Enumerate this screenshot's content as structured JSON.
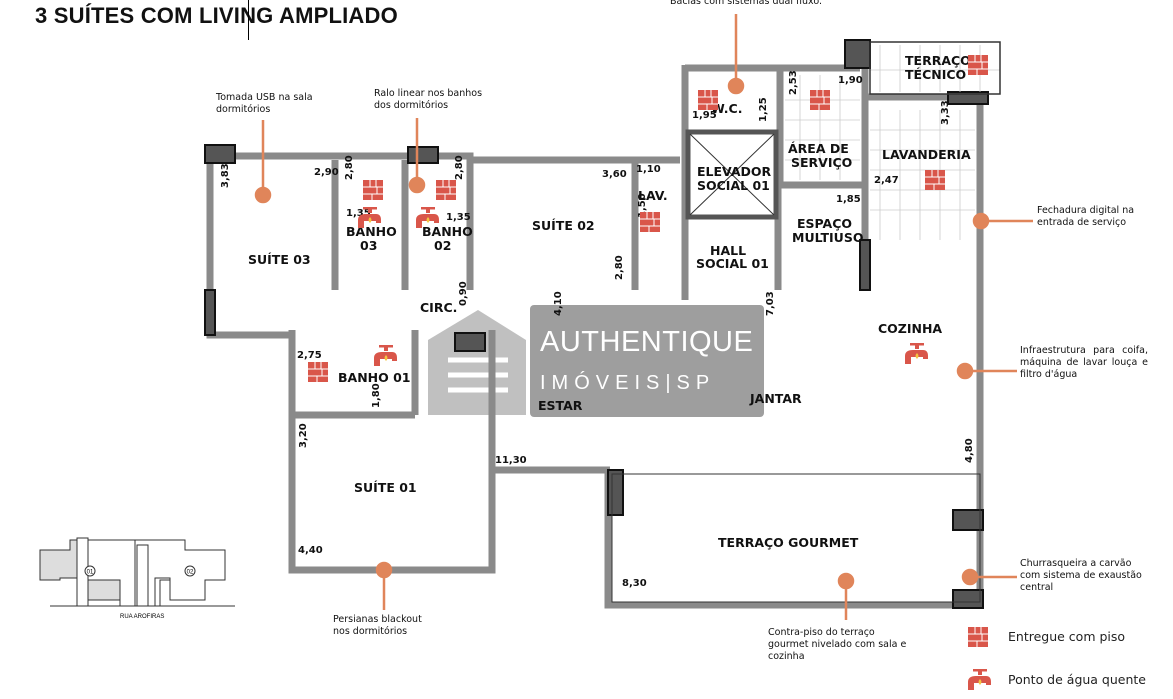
{
  "title": "3 SUÍTES COM LIVING AMPLIADO",
  "colors": {
    "accent": "#e0855a",
    "tile": "#d9564a",
    "wall": "#8a8a8a",
    "wall_outline": "#111111"
  },
  "rooms": {
    "suite_03": "SUÍTE 03",
    "suite_02": "SUÍTE 02",
    "suite_01": "SUÍTE 01",
    "banho_03": [
      "BANHO",
      "03"
    ],
    "banho_02": [
      "BANHO",
      "02"
    ],
    "banho_01": "BANHO 01",
    "circ": "CIRC.",
    "lav": "LAV.",
    "wc": "W.C.",
    "elevador": [
      "ELEVADOR",
      "SOCIAL 01"
    ],
    "hall": [
      "HALL",
      "SOCIAL 01"
    ],
    "area_servico": [
      "ÁREA DE",
      "SERVIÇO"
    ],
    "espaco": [
      "ESPAÇO",
      "MULTIUSO"
    ],
    "lavanderia": "LAVANDERIA",
    "terraco_tecnico": [
      "TERRAÇO",
      "TÉCNICO"
    ],
    "cozinha": "COZINHA",
    "estar": "ESTAR",
    "jantar": "JANTAR",
    "terraco_gourmet": "TERRAÇO GOURMET"
  },
  "dimensions": {
    "d383": "3,83",
    "d290": "2,90",
    "d280a": "2,80",
    "d280b": "2,80",
    "d135a": "1,35",
    "d135b": "1,35",
    "d360": "3,60",
    "d110": "1,10",
    "d150": "1,50",
    "d280c": "2,80",
    "d195": "1,95",
    "d125": "1,25",
    "d253": "2,53",
    "d190": "1,90",
    "d333": "3,33",
    "d247": "2,47",
    "d185": "1,85",
    "d090": "0,90",
    "d410": "4,10",
    "d703": "7,03",
    "d275": "2,75",
    "d180": "1,80",
    "d320": "3,20",
    "d440": "4,40",
    "d1130": "11,30",
    "d480": "4,80",
    "d830": "8,30"
  },
  "notes": {
    "usb": "Tomada USB na sala dormitórios",
    "ralo": "Ralo linear nos banhos dos dormitórios",
    "bacias": "Bacias com sistemas dual fluxo.",
    "fechadura": "Fechadura digital na entrada de serviço",
    "infra": "Infraestrutura para coifa, máquina de lavar louça e filtro d'água",
    "churrasqueira": "Churrasqueira a carvão com sistema de exaustão central",
    "contrapiso": "Contra-piso do terraço gourmet nivelado com sala e cozinha",
    "persianas": "Persianas blackout nos dormitórios"
  },
  "key_plan": {
    "unit_01": "01",
    "unit_02": "02",
    "street": "RUA AROFIRAS"
  },
  "legend": {
    "tile": "Entregue com piso",
    "hot_water": "Ponto de água quente"
  },
  "watermark": {
    "line1": "AUTHENTIQUE",
    "line2": "IMÓVEIS|SP"
  }
}
